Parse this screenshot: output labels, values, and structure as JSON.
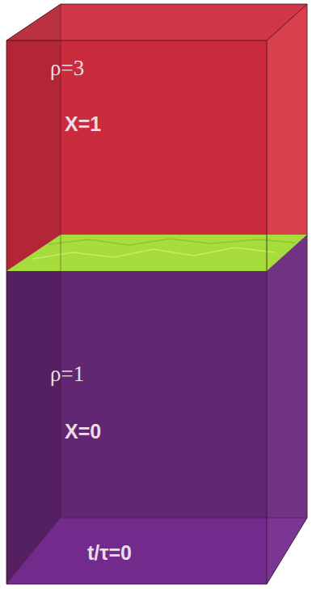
{
  "diagram": {
    "labels": [
      "ρ=3",
      "X=1",
      "ρ=1",
      "X=0",
      "t/τ=0"
    ]
  }
}
